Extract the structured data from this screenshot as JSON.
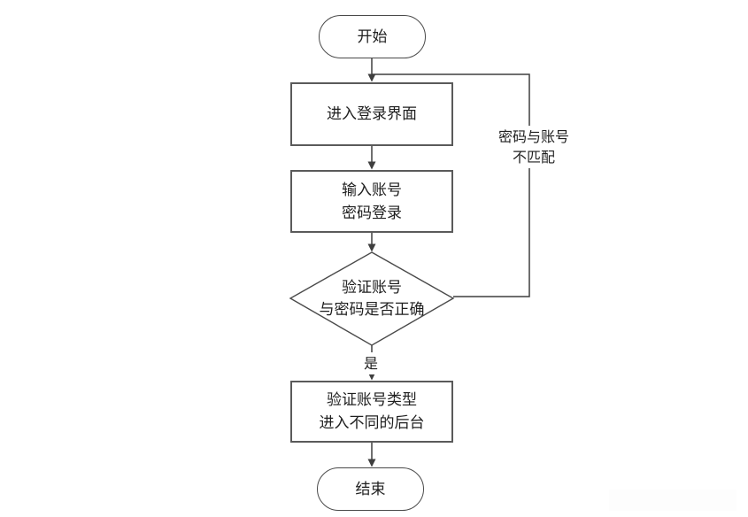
{
  "flowchart": {
    "colors": {
      "shape_stroke": "#5a5a5a",
      "line_stroke": "#3f3f3f",
      "text": "#1f1f1f",
      "background": "#ffffff"
    },
    "nodes": {
      "start": {
        "shape": "terminator",
        "label": "开始"
      },
      "enter_login": {
        "shape": "process",
        "label": "进入登录界面"
      },
      "input_credentials": {
        "shape": "process",
        "line1": "输入账号",
        "line2": "密码登录"
      },
      "verify_credentials": {
        "shape": "decision",
        "line1": "验证账号",
        "line2": "与密码是否正确"
      },
      "verify_account_type": {
        "shape": "process",
        "line1": "验证账号类型",
        "line2": "进入不同的后台"
      },
      "end": {
        "shape": "terminator",
        "label": "结束"
      }
    },
    "edge_labels": {
      "yes": "是",
      "no_line1": "密码与账号",
      "no_line2": "不匹配"
    }
  }
}
